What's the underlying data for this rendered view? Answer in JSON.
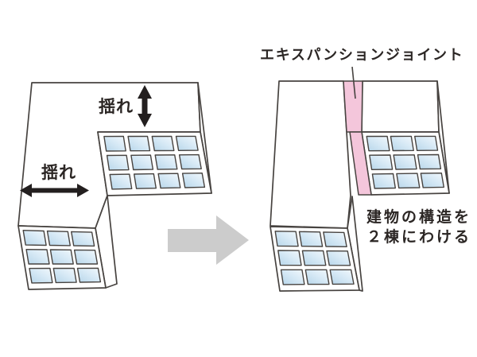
{
  "figure": {
    "background": "#ffffff",
    "colors": {
      "outline": "#474340",
      "white_face": "#ffffff",
      "pink": "#f4c6db",
      "gray_arrow": "#cccccc",
      "black_arrow": "#231f1f",
      "text": "#2b2624",
      "window_dark": "#b7d6ea",
      "window_mid": "#d8eaf6",
      "window_light": "#f2f8fc"
    }
  },
  "labels": {
    "sway_vertical": "揺れ",
    "sway_horizontal": "揺れ",
    "expansion_joint": "エキスパンションジョイント",
    "split_line1": "建物の構造を",
    "split_line2": "２棟にわける"
  },
  "left_building": {
    "wing_windows": {
      "cols": 4,
      "rows": 3
    },
    "front_windows": {
      "cols": 3,
      "rows": 3
    }
  },
  "right_building": {
    "wing_windows": {
      "cols": 3,
      "rows": 3
    },
    "front_windows": {
      "cols": 3,
      "rows": 3
    }
  }
}
